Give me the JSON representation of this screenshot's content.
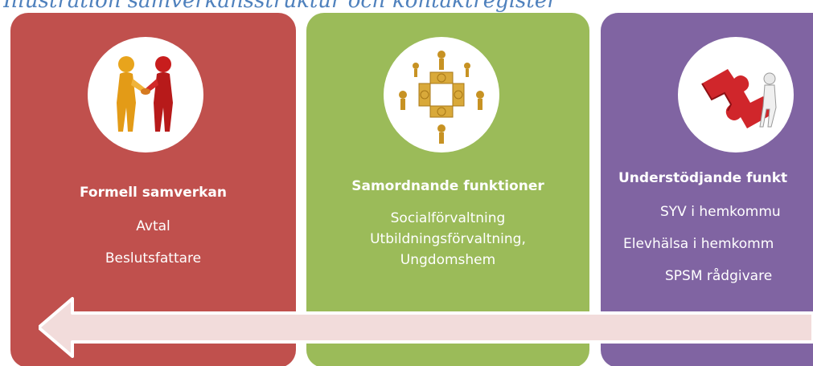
{
  "title": "Illustration samverkansstruktur och kontaktregister",
  "colors": {
    "title": "#4f81bd",
    "red_card": "#c0504d",
    "green_card": "#9bbb59",
    "purple_card": "#8064a2",
    "arrow_fill": "#f2dcdb",
    "text": "#ffffff"
  },
  "cards": [
    {
      "heading": "Formell samverkan",
      "lines": [
        "Avtal",
        "Beslutsfattare"
      ],
      "icon": "handshake-icon"
    },
    {
      "heading": "Samordnande funktioner",
      "lines": [
        "Socialförvaltning",
        "Utbildningsförvaltning,",
        "Ungdomshem"
      ],
      "icon": "puzzle-network-icon"
    },
    {
      "heading": "Understödjande funkt",
      "lines": [
        "SYV i hemkommu",
        "Elevhälsa i hemkomm",
        "SPSM rådgivare"
      ],
      "icon": "puzzle-piece-icon"
    }
  ],
  "arrow": {
    "direction": "left",
    "icon": "left-arrow-icon"
  }
}
